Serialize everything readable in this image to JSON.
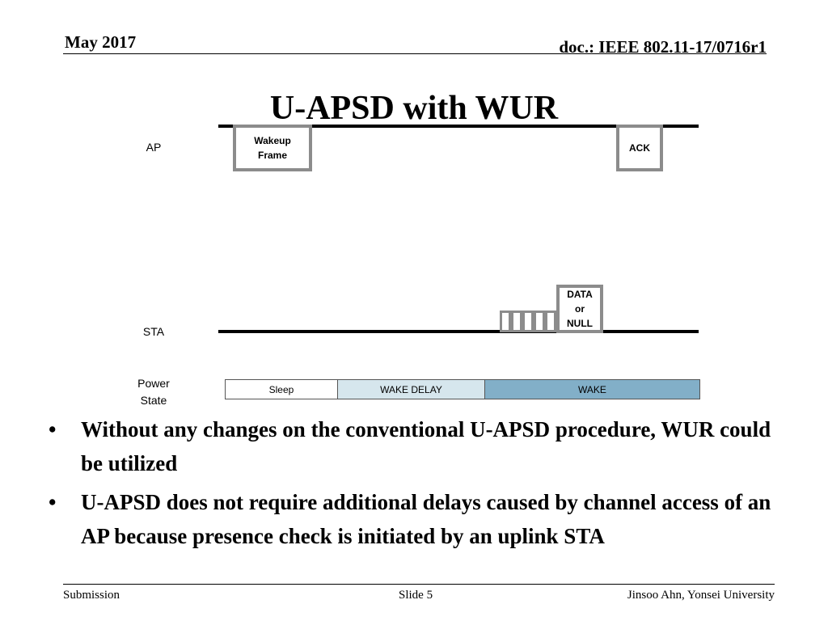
{
  "header": {
    "date": "May 2017",
    "doc": "doc.: IEEE 802.11-17/0716r1"
  },
  "title": "U-APSD with WUR",
  "diagram": {
    "ap_label": "AP",
    "sta_label": "STA",
    "power_state_label": "Power State",
    "wakeup_frame": "Wakeup Frame",
    "ack": "ACK",
    "data_or_null": "DATA or NULL",
    "states": [
      "Sleep",
      "WAKE DELAY",
      "WAKE"
    ],
    "state_colors": [
      "#ffffff",
      "#d6e6ed",
      "#82afc8"
    ],
    "line_color": "#000000",
    "frame_border_color": "#8c8c8c"
  },
  "bullets": [
    "Without any changes on the conventional U-APSD procedure, WUR could be utilized",
    "U-APSD does not require additional delays caused by channel access of an AP because presence check is initiated by an uplink STA"
  ],
  "footer": {
    "left": "Submission",
    "center": "Slide 5",
    "right": "Jinsoo Ahn, Yonsei University"
  }
}
